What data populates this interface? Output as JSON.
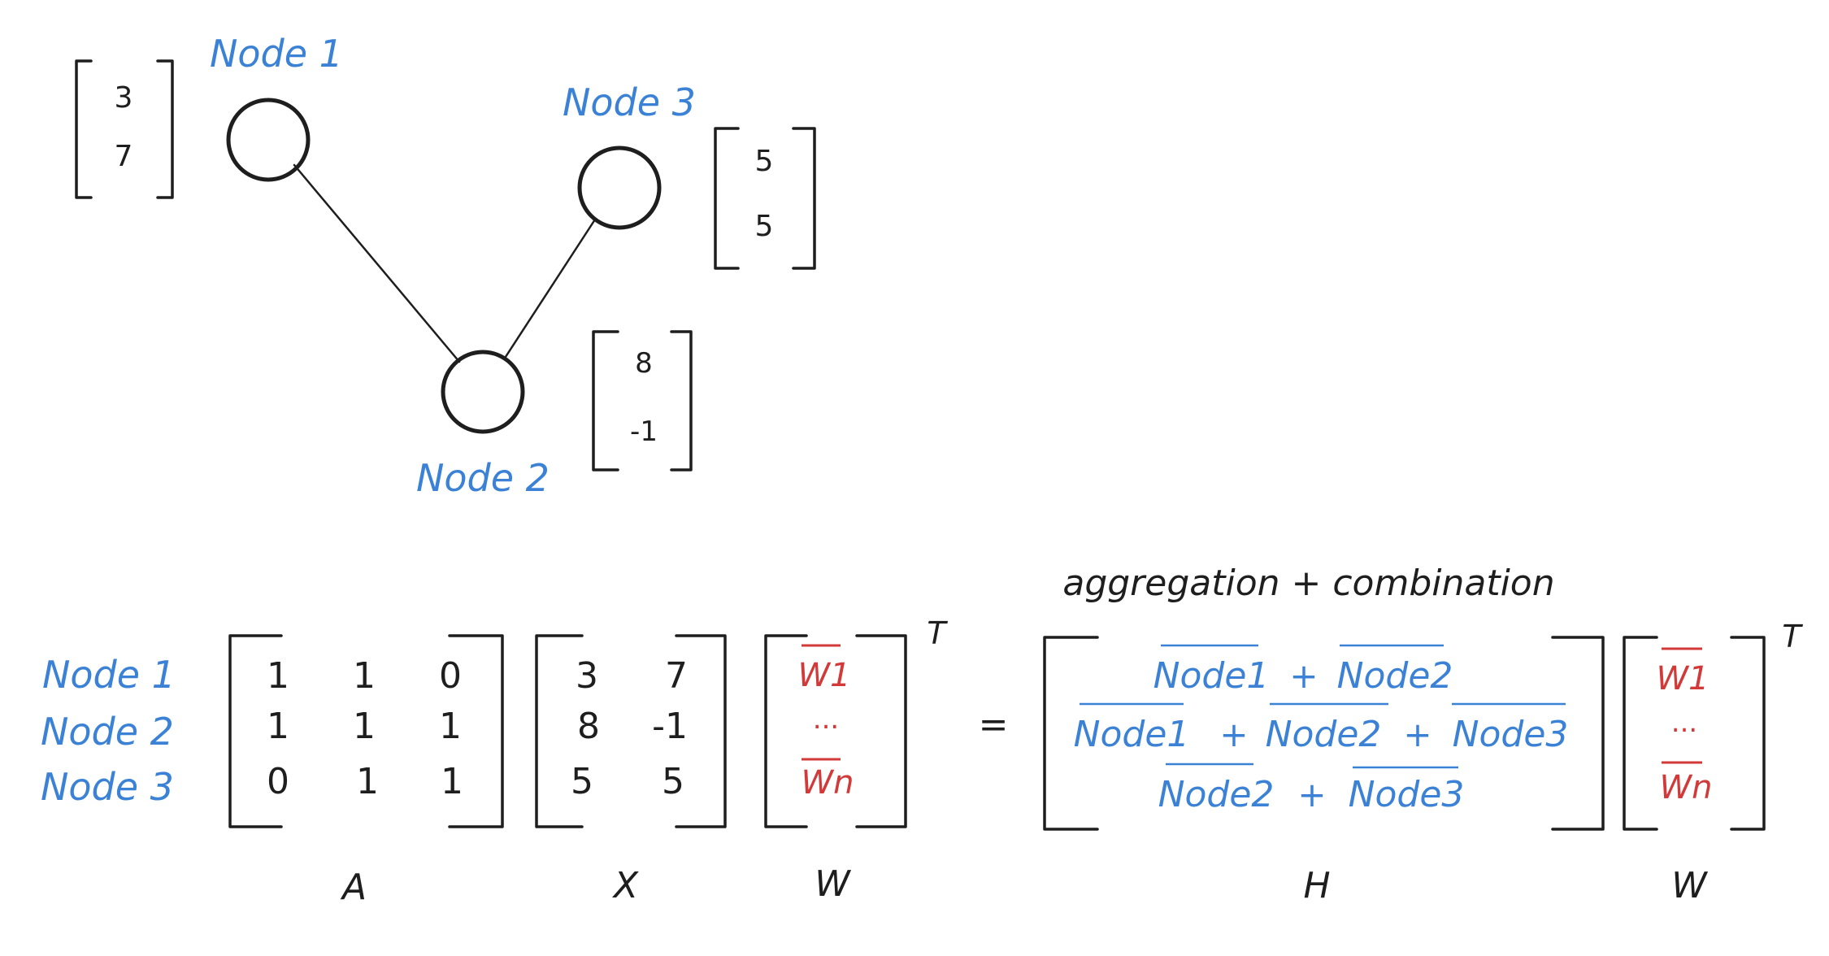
{
  "graph": {
    "nodes": [
      {
        "label": "Node 1",
        "features": [
          "3",
          "7"
        ]
      },
      {
        "label": "Node 3",
        "features": [
          "5",
          "5"
        ]
      },
      {
        "label": "Node 2",
        "features": [
          "8",
          "-1"
        ]
      }
    ],
    "edges": [
      [
        "Node 1",
        "Node 2"
      ],
      [
        "Node 2",
        "Node 3"
      ]
    ]
  },
  "equation": {
    "row_labels": [
      "Node 1",
      "Node 2",
      "Node 3"
    ],
    "A": {
      "rows": [
        [
          "1",
          "1",
          "0"
        ],
        [
          "1",
          "1",
          "1"
        ],
        [
          "0",
          "1",
          "1"
        ]
      ],
      "label": "A"
    },
    "X": {
      "rows": [
        [
          "3",
          "7"
        ],
        [
          "8",
          "-1"
        ],
        [
          "5",
          "5"
        ]
      ],
      "label": "X"
    },
    "W_left": {
      "entries": [
        "W1",
        "...",
        "Wn"
      ],
      "label": "W",
      "superscript": "T"
    },
    "equals": "=",
    "H": {
      "caption": "aggregation + combination",
      "rows": [
        [
          "Node1",
          "+",
          "Node2"
        ],
        [
          "Node1",
          "+",
          "Node2",
          "+",
          "Node3"
        ],
        [
          "Node2",
          "+",
          "Node3"
        ]
      ],
      "label": "H"
    },
    "W_right": {
      "entries": [
        "W1",
        "...",
        "Wn"
      ],
      "label": "W",
      "superscript": "T"
    }
  },
  "colors": {
    "label_blue": "#3b82d6",
    "weight_red": "#d23a3a",
    "ink": "#1e1e1e"
  }
}
